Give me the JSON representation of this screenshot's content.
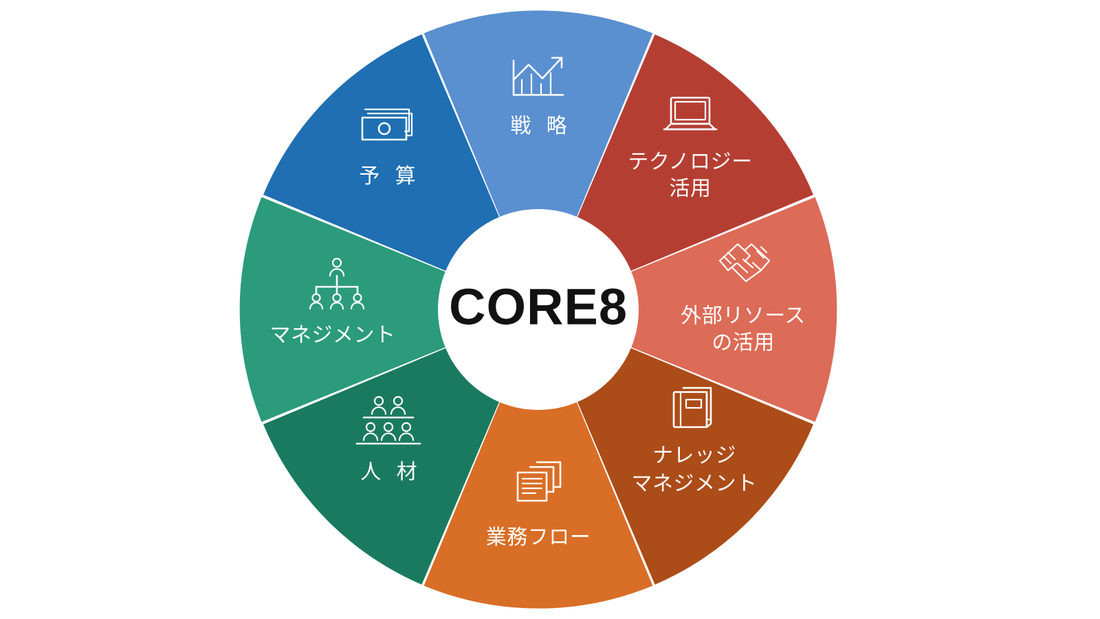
{
  "figure": {
    "type": "donut-wheel-diagram",
    "background_color": "#ffffff",
    "center_label": "CORE8",
    "center_text_color": "#121212",
    "divider_color": "#ffffff",
    "segment_count": 8
  },
  "center": {
    "label": "CORE8"
  },
  "segments": [
    {
      "id": "strategy",
      "label": "戦 略",
      "label_lines": [
        "戦 略"
      ],
      "color": "#5A8FD0",
      "icon": "growth-chart-icon",
      "start_angle": -67.5,
      "end_angle": -22.5
    },
    {
      "id": "technology",
      "label": "テクノロジー活用",
      "label_lines": [
        "テクノロジー",
        "活用"
      ],
      "color": "#B53E33",
      "icon": "laptop-icon",
      "start_angle": -22.5,
      "end_angle": 22.5
    },
    {
      "id": "external-resources",
      "label": "外部リソースの活用",
      "label_lines": [
        "外部リソース",
        "の活用"
      ],
      "color": "#DC6B57",
      "icon": "handshake-icon",
      "start_angle": 22.5,
      "end_angle": 67.5
    },
    {
      "id": "knowledge-management",
      "label": "ナレッジマネジメント",
      "label_lines": [
        "ナレッジ",
        "マネジメント"
      ],
      "color": "#AC4C18",
      "icon": "books-icon",
      "start_angle": 67.5,
      "end_angle": 112.5
    },
    {
      "id": "business-flow",
      "label": "業務フロー",
      "label_lines": [
        "業務フロー"
      ],
      "color": "#D96E26",
      "icon": "documents-icon",
      "start_angle": 112.5,
      "end_angle": 157.5
    },
    {
      "id": "human-resources",
      "label": "人 材",
      "label_lines": [
        "人 材"
      ],
      "color": "#1A7A60",
      "icon": "people-group-icon",
      "start_angle": 157.5,
      "end_angle": 202.5
    },
    {
      "id": "management",
      "label": "マネジメント",
      "label_lines": [
        "マネジメント"
      ],
      "color": "#2B9B7B",
      "icon": "org-chart-icon",
      "start_angle": 202.5,
      "end_angle": 247.5
    },
    {
      "id": "budget",
      "label": "予 算",
      "label_lines": [
        "予 算"
      ],
      "color": "#1F6FB2",
      "icon": "banknotes-icon",
      "start_angle": 247.5,
      "end_angle": 292.5
    }
  ],
  "chart_data": {
    "type": "pie",
    "title": "CORE8",
    "categories": [
      "戦 略",
      "テクノロジー活用",
      "外部リソースの活用",
      "ナレッジマネジメント",
      "業務フロー",
      "人 材",
      "マネジメント",
      "予 算"
    ],
    "values": [
      12.5,
      12.5,
      12.5,
      12.5,
      12.5,
      12.5,
      12.5,
      12.5
    ],
    "colors": [
      "#5A8FD0",
      "#B53E33",
      "#DC6B57",
      "#AC4C18",
      "#D96E26",
      "#1A7A60",
      "#2B9B7B",
      "#1F6FB2"
    ],
    "legend": false,
    "grid": false,
    "xlabel": "",
    "ylabel": ""
  }
}
